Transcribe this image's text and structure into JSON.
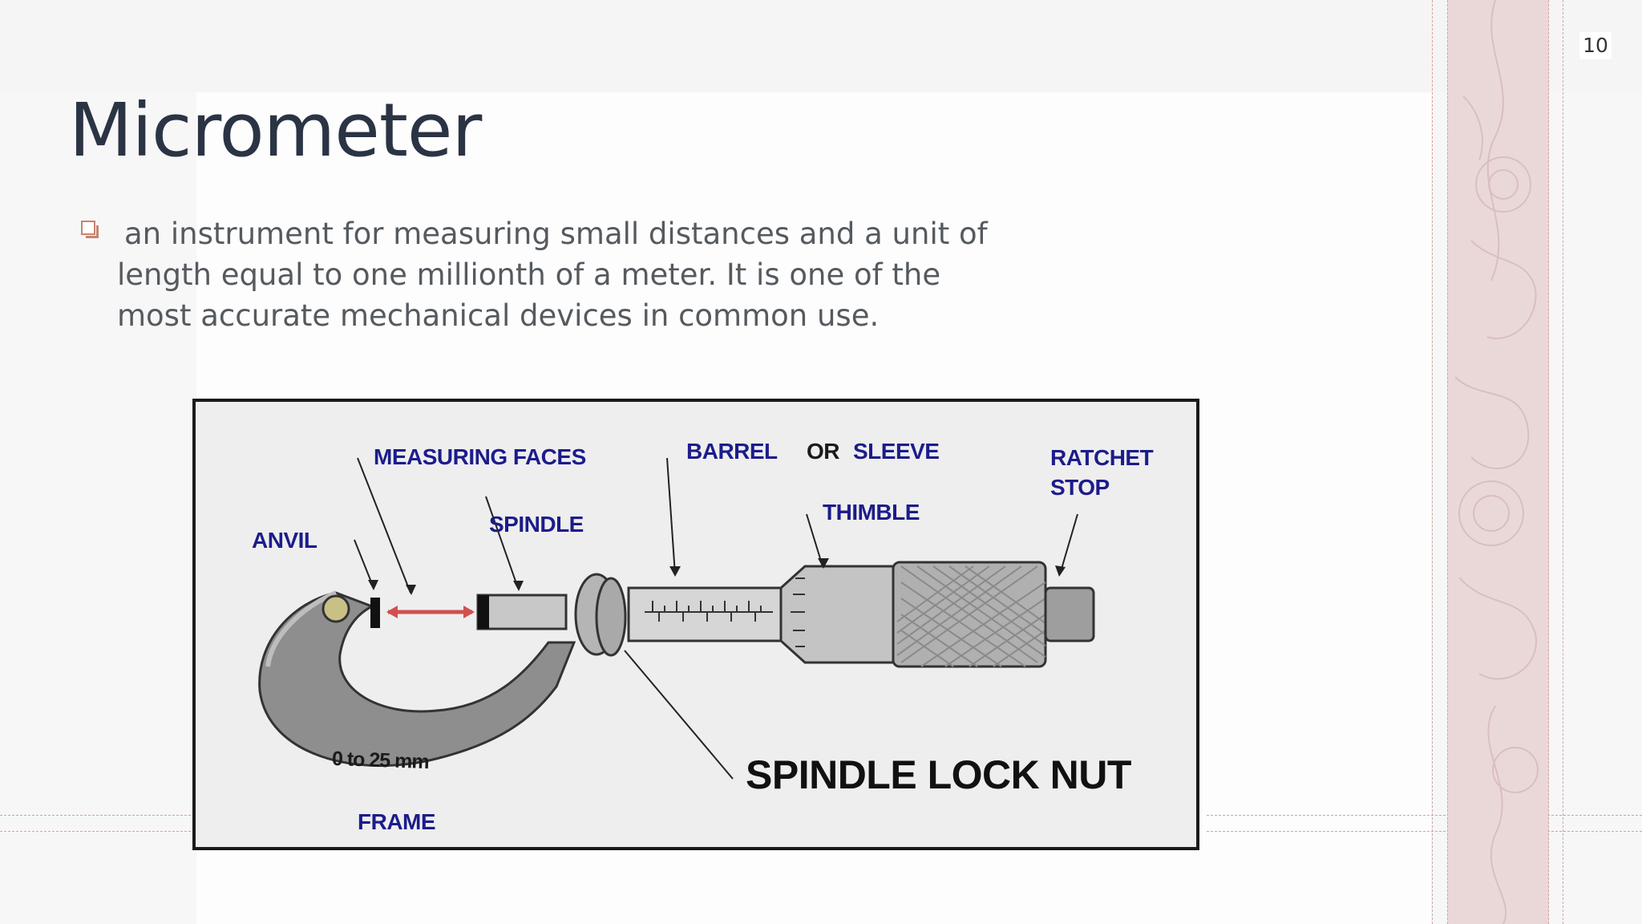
{
  "slide": {
    "title": "Micrometer",
    "page_number": "10",
    "bullet_text": "an instrument for measuring small distances and a unit of length equal to one millionth of a meter. It is one of the most accurate mechanical devices in common use."
  },
  "figure": {
    "labels": {
      "measuring_faces": "MEASURING FACES",
      "barrel": "BARREL",
      "or": "OR",
      "sleeve": "SLEEVE",
      "ratchet": "RATCHET",
      "stop": "STOP",
      "anvil": "ANVIL",
      "spindle": "SPINDLE",
      "thimble": "THIMBLE",
      "range": "0 to 25 mm",
      "spindle_lock_nut": "SPINDLE LOCK NUT",
      "frame": "FRAME"
    }
  },
  "colors": {
    "accent": "#c8836f",
    "decor_band": "#ead8d8",
    "dash": "#d9a0a0",
    "label_blue": "#1c1c8c",
    "title": "#2b3444"
  },
  "icons": {
    "bullet": "hollow-square-bullet-icon"
  }
}
